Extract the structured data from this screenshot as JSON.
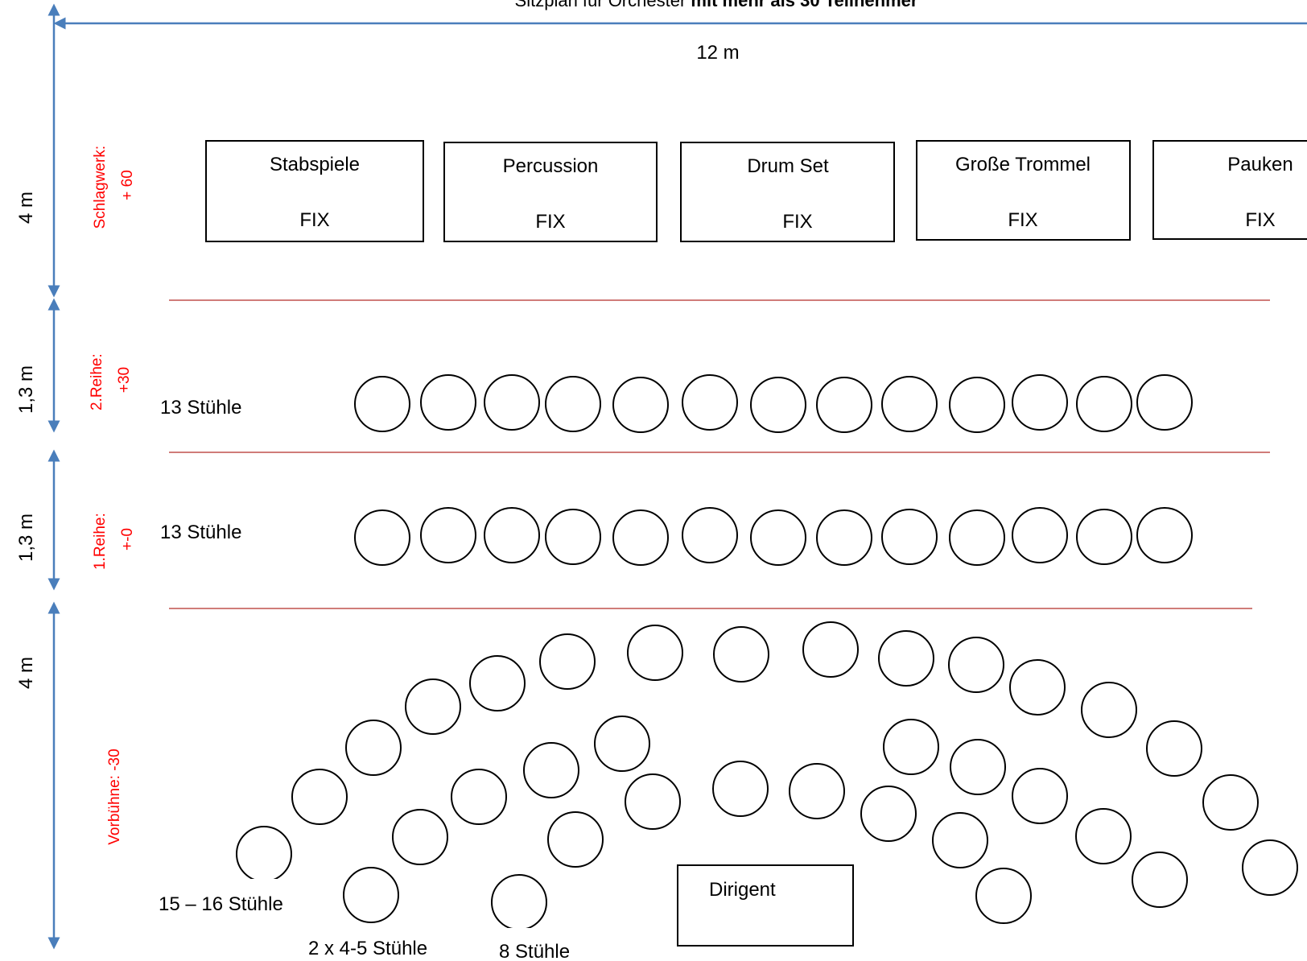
{
  "title": {
    "prefix": "Sitzplan für Orchester ",
    "bold": "mit mehr als 30 Teilnehmer"
  },
  "width_label": "12 m",
  "heights": {
    "percussion": "4 m",
    "row2": "1,3 m",
    "row1": "1,3 m",
    "front": "4 m"
  },
  "zones": {
    "percussion": {
      "line1": "Schlagwerk:",
      "line2": "+ 60"
    },
    "row2": {
      "line1": "2.Reihe:",
      "line2": "+30"
    },
    "row1": {
      "line1": "1.Reihe:",
      "line2": "+-0"
    },
    "front": {
      "line1": "Vorbühne: -30"
    }
  },
  "instruments": [
    {
      "name": "Stabspiele",
      "status": "FIX"
    },
    {
      "name": "Percussion",
      "status": "FIX"
    },
    {
      "name": "Drum Set",
      "status": "FIX"
    },
    {
      "name": "Große Trommel",
      "status": "FIX"
    },
    {
      "name": "Pauken",
      "status": "FIX"
    }
  ],
  "row2_label": "13 Stühle",
  "row1_label": "13 Stühle",
  "front_labels": {
    "outer": "15 – 16 Stühle",
    "middle": "2 x 4-5 Stühle",
    "inner": "8 Stühle"
  },
  "conductor": "Dirigent",
  "colors": {
    "zone_text": "#ff0000",
    "row_line": "#c0504d",
    "dimension_arrow": "#4a7ebb"
  }
}
